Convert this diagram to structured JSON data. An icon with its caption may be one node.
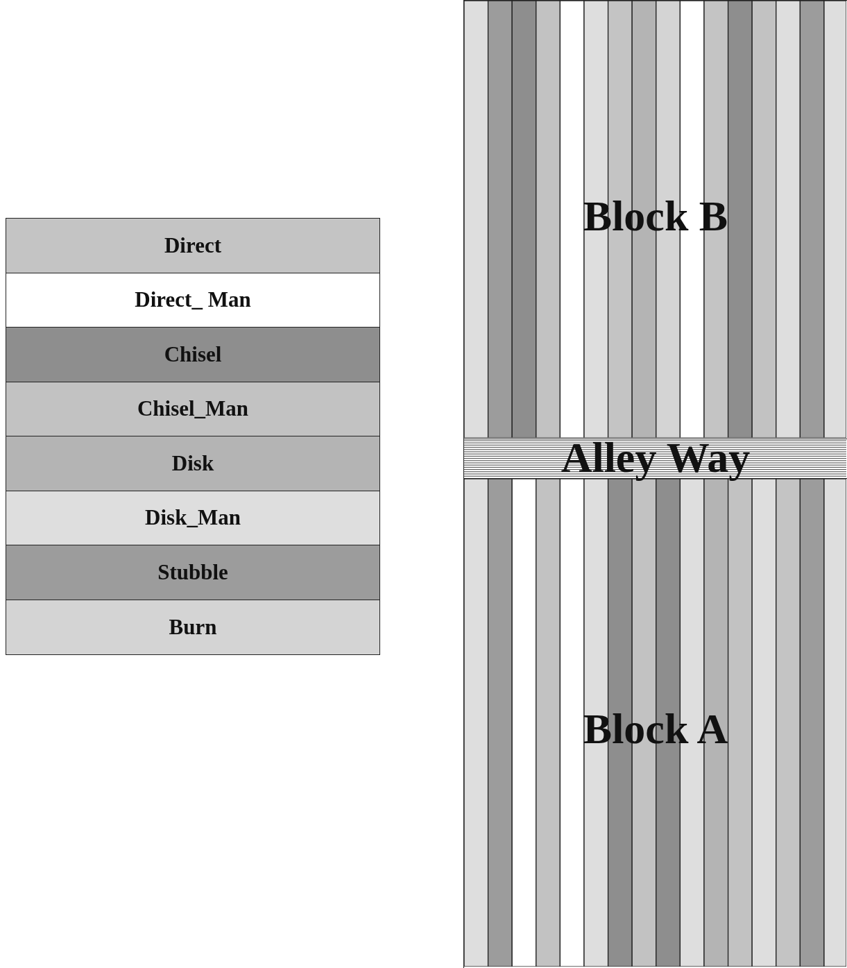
{
  "diagram": {
    "nodes": [
      {
        "text": [
          "Block B"
        ]
      },
      {
        "text": [
          "Alley Way"
        ]
      },
      {
        "text": [
          "Block A"
        ]
      }
    ],
    "legend": [
      {
        "text": "Direct",
        "color": "#c4c4c4"
      },
      {
        "text": "Direct_ Man",
        "color": "#ffffff"
      },
      {
        "text": "Chisel",
        "color": "#8e8e8e"
      },
      {
        "text": "Chisel_Man",
        "color": "#c2c2c2"
      },
      {
        "text": "Disk",
        "color": "#b4b4b4"
      },
      {
        "text": "Disk_Man",
        "color": "#dedede"
      },
      {
        "text": "Stubble",
        "color": "#9c9c9c"
      },
      {
        "text": "Burn",
        "color": "#d4d4d4"
      }
    ]
  }
}
